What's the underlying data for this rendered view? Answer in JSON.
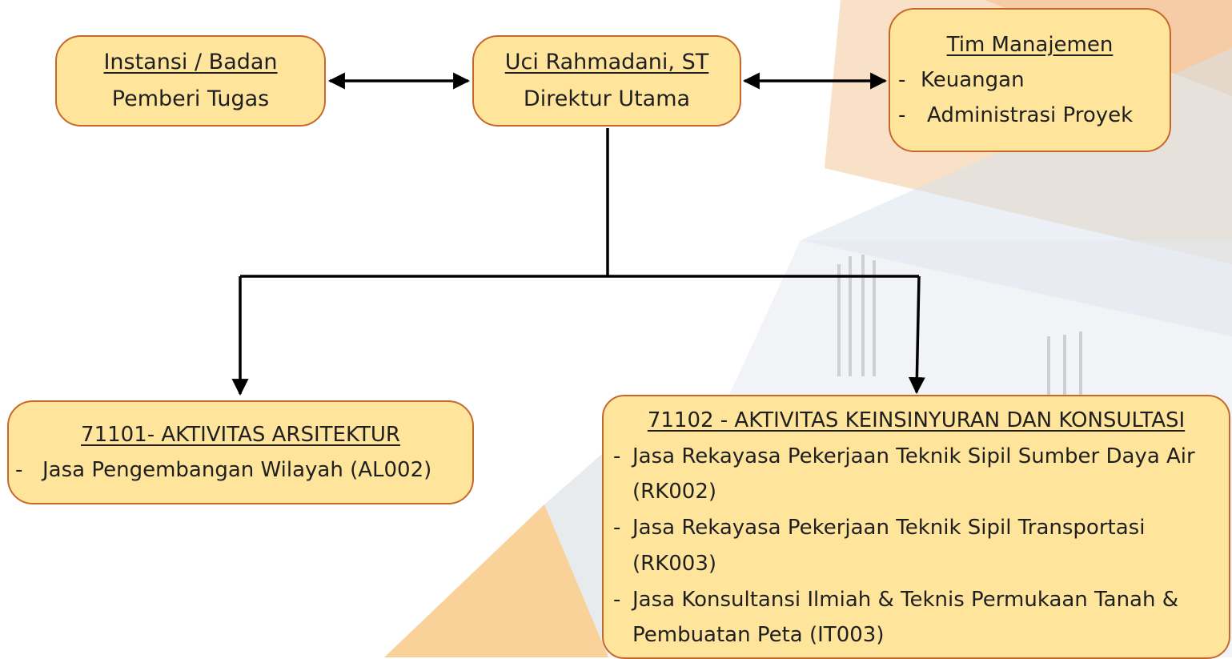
{
  "colors": {
    "box_fill": "#ffe49b",
    "box_border": "#c6682a",
    "connector": "#000000"
  },
  "nodes": {
    "instansi": {
      "title": "Instansi / Badan",
      "subtitle": "Pemberi Tugas"
    },
    "direktur": {
      "title": "Uci Rahmadani, ST",
      "subtitle": "Direktur Utama"
    },
    "tim": {
      "title": "Tim Manajemen",
      "items": [
        "Keuangan",
        "Administrasi Proyek"
      ]
    },
    "arsitektur": {
      "title": "71101- AKTIVITAS ARSITEKTUR",
      "items": [
        "Jasa Pengembangan Wilayah (AL002)"
      ]
    },
    "keinsinyuran": {
      "title": "71102 - AKTIVITAS KEINSINYURAN DAN KONSULTASI",
      "items": [
        "Jasa Rekayasa Pekerjaan Teknik Sipil Sumber Daya Air (RK002)",
        "Jasa Rekayasa Pekerjaan Teknik Sipil Transportasi (RK003)",
        "Jasa Konsultansi Ilmiah & Teknis Permukaan Tanah & Pembuatan Peta (IT003)"
      ]
    }
  }
}
